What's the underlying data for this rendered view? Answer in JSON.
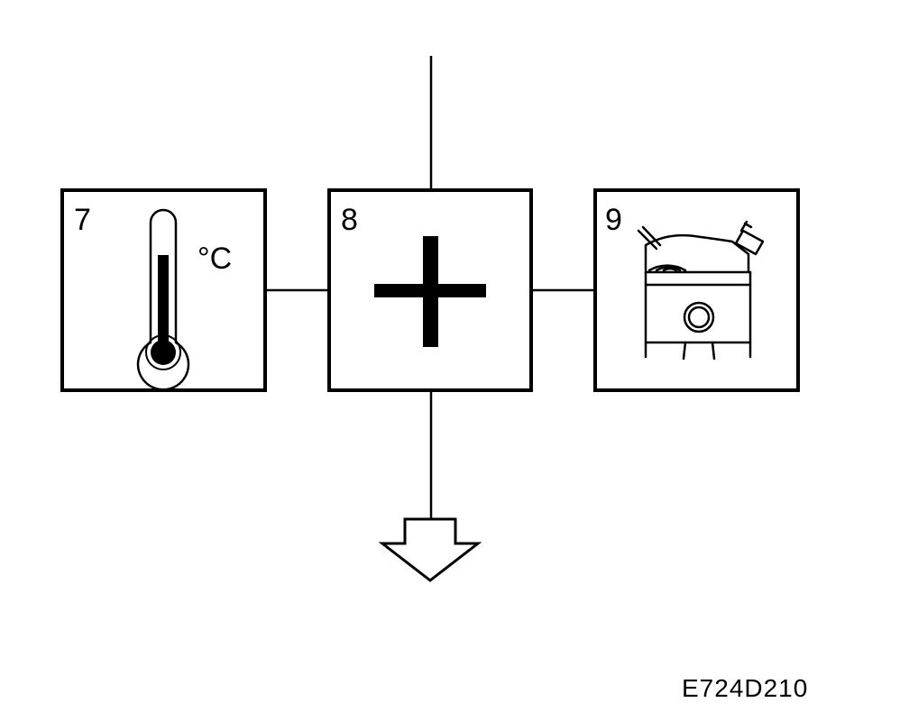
{
  "boxes": [
    {
      "number": "7",
      "icon": "thermometer-icon",
      "unit": "°C"
    },
    {
      "number": "8",
      "icon": "plus-icon"
    },
    {
      "number": "9",
      "icon": "engine-cylinder-icon"
    }
  ],
  "figure_code": "E724D210",
  "colors": {
    "stroke": "#000000",
    "background": "#ffffff"
  }
}
